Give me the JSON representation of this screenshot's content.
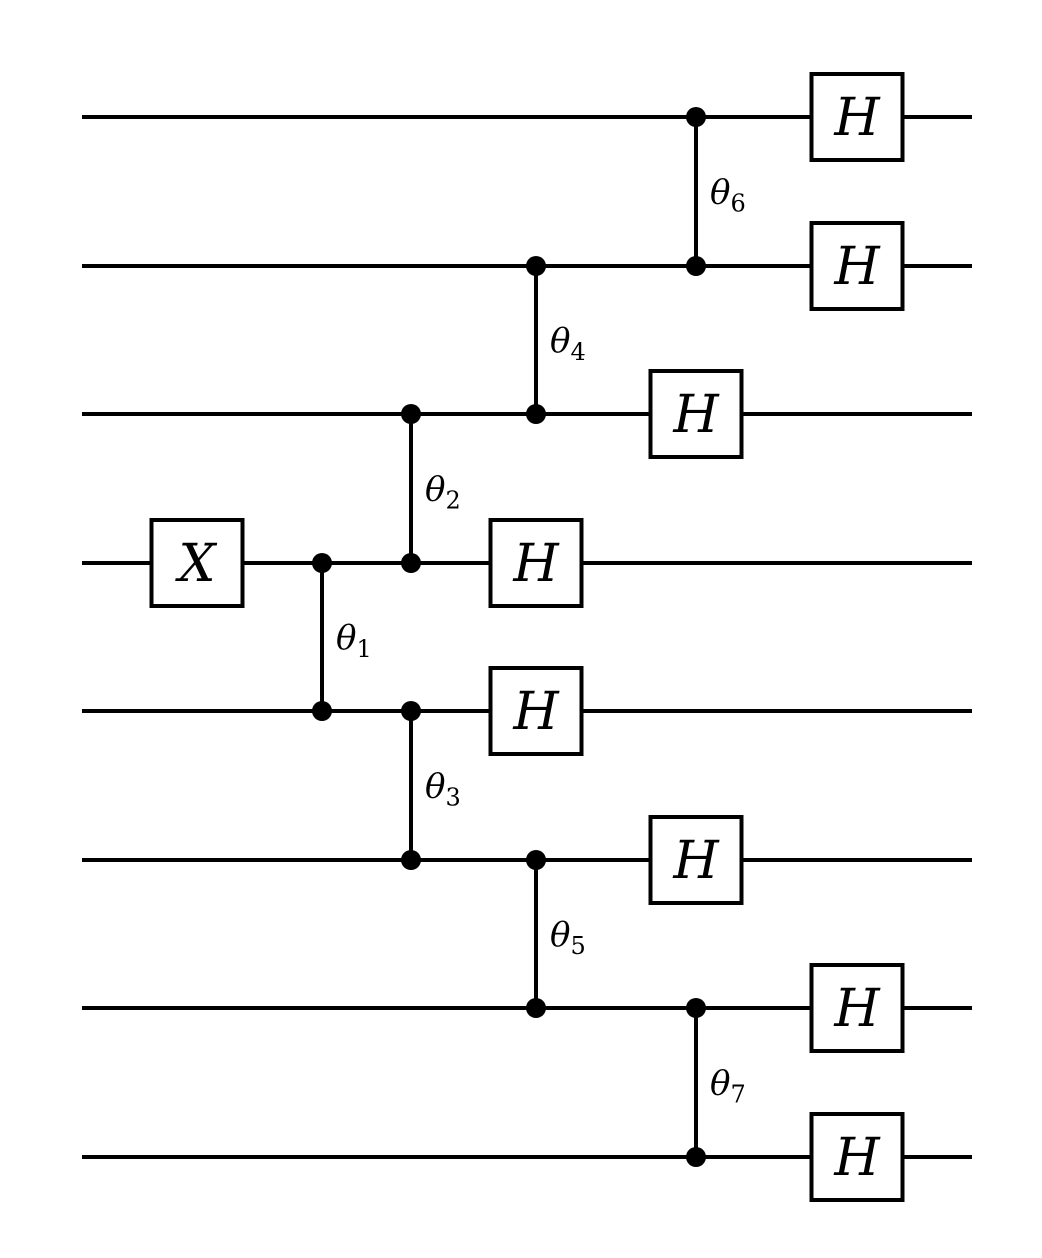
{
  "circuit": {
    "qubit_count": 8,
    "single_qubit_gates": [
      {
        "label": "X",
        "qubit": 3,
        "column": 0
      },
      {
        "label": "H",
        "qubit": 0,
        "column": 6
      },
      {
        "label": "H",
        "qubit": 1,
        "column": 6
      },
      {
        "label": "H",
        "qubit": 2,
        "column": 5
      },
      {
        "label": "H",
        "qubit": 3,
        "column": 4
      },
      {
        "label": "H",
        "qubit": 4,
        "column": 4
      },
      {
        "label": "H",
        "qubit": 5,
        "column": 5
      },
      {
        "label": "H",
        "qubit": 6,
        "column": 6
      },
      {
        "label": "H",
        "qubit": 7,
        "column": 6
      }
    ],
    "controlled_gates": [
      {
        "param": "θ",
        "sub": "1",
        "qubits": [
          3,
          4
        ],
        "column": 1
      },
      {
        "param": "θ",
        "sub": "2",
        "qubits": [
          2,
          3
        ],
        "column": 2
      },
      {
        "param": "θ",
        "sub": "3",
        "qubits": [
          4,
          5
        ],
        "column": 2
      },
      {
        "param": "θ",
        "sub": "4",
        "qubits": [
          1,
          2
        ],
        "column": 3
      },
      {
        "param": "θ",
        "sub": "5",
        "qubits": [
          5,
          6
        ],
        "column": 3
      },
      {
        "param": "θ",
        "sub": "6",
        "qubits": [
          0,
          1
        ],
        "column": 5
      },
      {
        "param": "θ",
        "sub": "7",
        "qubits": [
          6,
          7
        ],
        "column": 5
      }
    ]
  }
}
